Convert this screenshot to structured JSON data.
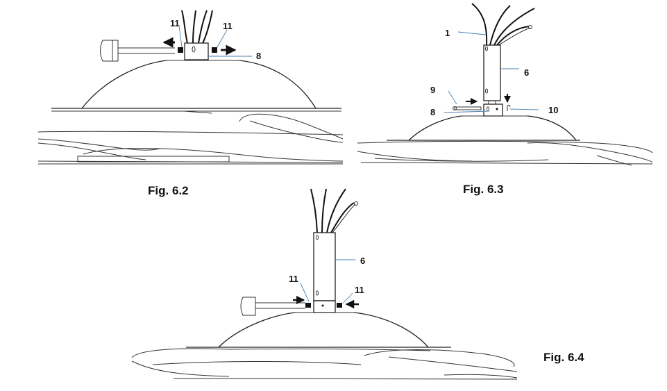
{
  "figures": [
    {
      "caption": "Fig. 6.2",
      "callouts": [
        "11",
        "11",
        "8"
      ]
    },
    {
      "caption": "Fig. 6.3",
      "callouts": [
        "1",
        "6",
        "9",
        "8",
        "10"
      ]
    },
    {
      "caption": "Fig. 6.4",
      "callouts": [
        "6",
        "11",
        "11"
      ]
    }
  ]
}
